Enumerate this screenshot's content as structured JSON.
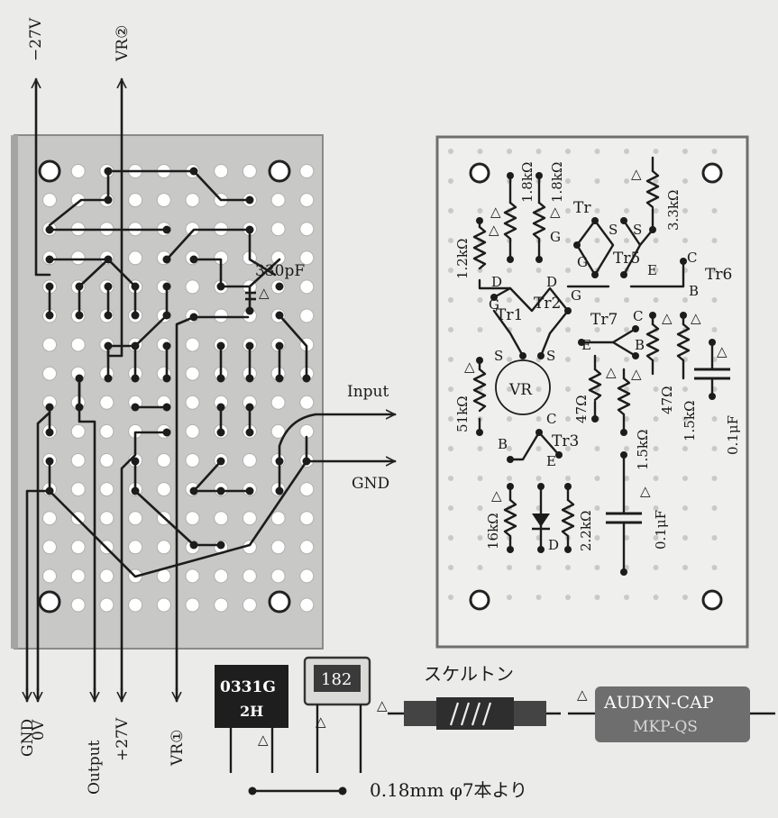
{
  "left_board": {
    "top_labels": {
      "minus27v": "−27V",
      "vr2": "VR②"
    },
    "cap_label": "330pF",
    "cap_marker": "△",
    "input_label": "Input",
    "gnd_label": "GND",
    "bottom_labels": {
      "gnd": "GND",
      "zero_v": "0V",
      "output": "Output",
      "plus27v": "+27V",
      "vr1": "VR①"
    }
  },
  "right_board": {
    "marker": "△",
    "resistors": {
      "r1_8k_a": "1.8kΩ",
      "r1_8k_b": "1.8kΩ",
      "r3_3k": "3.3kΩ",
      "r1_2k": "1.2kΩ",
      "r51k": "51kΩ",
      "r47_a": "47Ω",
      "r47_b": "47Ω",
      "r1_5k_a": "1.5kΩ",
      "r1_5k_b": "1.5kΩ",
      "r16k": "16kΩ",
      "r2_2k": "2.2kΩ"
    },
    "capacitors": {
      "c_top": "0.1μF",
      "c_bottom": "0.1μF"
    },
    "vr": "VR",
    "transistors": {
      "tr1": "Tr1",
      "tr2": "Tr2",
      "tr3": "Tr3",
      "tr_top": "Tr",
      "tr5": "Tr5",
      "tr6": "Tr6",
      "tr7": "Tr7"
    },
    "pins": {
      "d": "D",
      "g": "G",
      "s": "S",
      "c": "C",
      "b": "B",
      "e": "E"
    }
  },
  "parts_legend": {
    "part1_code": "0331G",
    "part1_sub": "2H",
    "part2_code": "182",
    "skeleton_label": "スケルトン",
    "audyn_line1": "AUDYN-CAP",
    "audyn_line2": "MKP-QS",
    "wire_note": "0.18mm φ7本より",
    "marker": "△"
  }
}
